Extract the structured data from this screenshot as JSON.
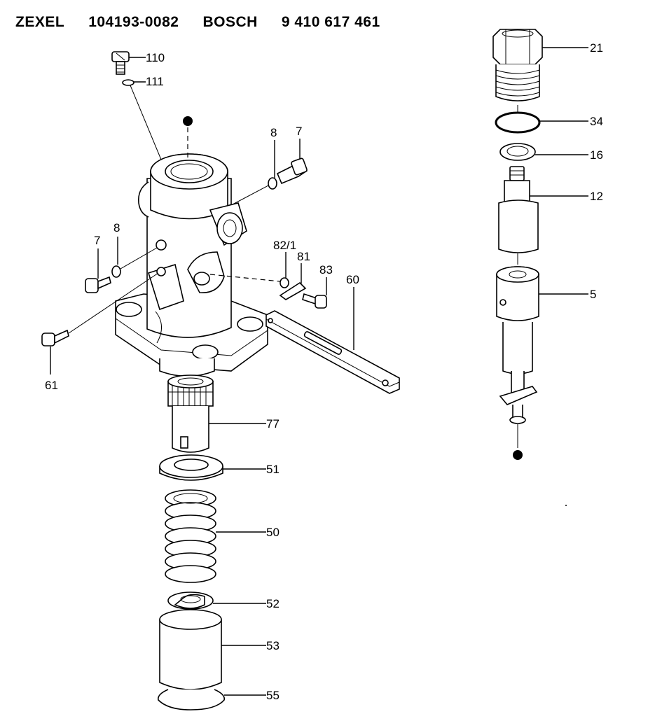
{
  "header": {
    "maker": "ZEXEL",
    "zexel_number": "104193-0082",
    "brand": "BOSCH",
    "bosch_number": "9 410 617 461"
  },
  "callouts": {
    "p110": "110",
    "p111": "111",
    "p8a": "8",
    "p7a": "7",
    "p7b": "7",
    "p8b": "8",
    "p82_1": "82/1",
    "p81": "81",
    "p83": "83",
    "p60": "60",
    "p61": "61",
    "p77": "77",
    "p51": "51",
    "p50": "50",
    "p52": "52",
    "p53": "53",
    "p55": "55",
    "p21": "21",
    "p34": "34",
    "p16": "16",
    "p12": "12",
    "p5": "5"
  }
}
